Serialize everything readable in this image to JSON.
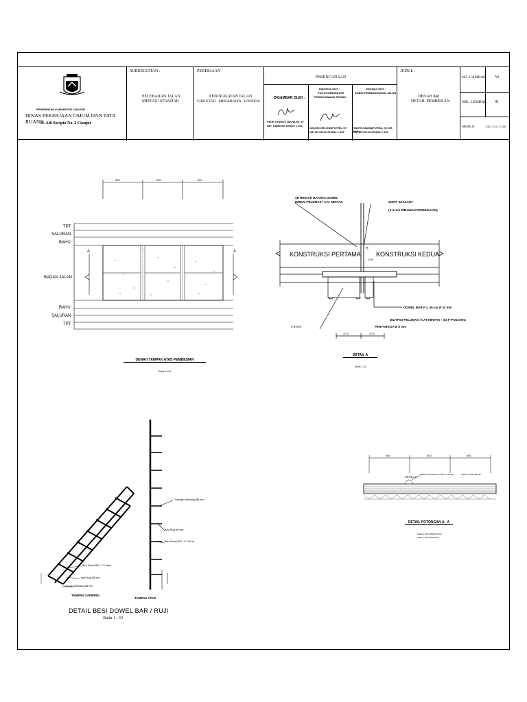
{
  "titleblock": {
    "agency_small": "PEMERINTAH KABUPATEN CIANJUR",
    "agency": "DINAS PEKERJAAN UMUM DAN TATA RUANG",
    "address": "Jl. Adi Sucipta No. 2 Cianjur",
    "subkegiatan_label": "SUBKEGIATAN :",
    "subkegiatan_value_1": "PELEBARAN JALAN",
    "subkegiatan_value_2": "MENUJU STANDAR",
    "pekerjaan_label": "PEKERJAAN :",
    "pekerjaan_value_1": "PENINGKATAN JALAN",
    "pekerjaan_value_2": "CIBEUTEH - MEKARJAYA - LONDOK",
    "perencanaan_label": "PERENCANAAN",
    "digambar_label": "DIGAMBAR OLEH :",
    "digambar_name": "FIKRI SYAMUTTAKHA RI, ST",
    "digambar_nip": "NIP. 19890000 199002 1 004",
    "diperiksa_label_1": "Diperiksa Oleh :",
    "diperiksa_label_2": "PJS KOORDINATOR",
    "diperiksa_label_3": "PERENCANAAN TEKNIK",
    "diperiksa_name": "AGUNG DELIYANPUTRA, ST",
    "diperiksa_nip": "NIP.19770212 200604 1 009",
    "disetujui_label_1": "Disetujui Oleh :",
    "disetujui_label_2": "KABID PEMBANGUNAN JALAN",
    "disetujui_name": "WAHYU ADISAPUTRA, ST, MT, M.Ps",
    "disetujui_nip": "NIP.19770212 200604 1 009",
    "judul_label": "JUDUL :",
    "judul_value_1": "DENAH dan",
    "judul_value_2": "DETAIL PEMBESIAN",
    "no_gambar_label": "NO. GAMBAR",
    "no_gambar_value": "50",
    "jml_lembar_label": "JML. LEMBAR",
    "jml_lembar_value": "41",
    "skala_label": "SKALA",
    "skala_value": "1:50, 1:10, 1:100"
  },
  "plan": {
    "dim_1": "500",
    "dim_2": "500",
    "dim_3": "500",
    "tpt_top": "TPT",
    "saluran_top": "SALURAN",
    "bahu_top": "BAHU",
    "badan_jalan": "BADAN JALAN",
    "bahu_bottom": "BAHU",
    "saluran_bottom": "SALURAN",
    "tpt_bottom": "TPT",
    "section_a_left": "A",
    "section_a_right": "A",
    "caption": "DENAH TAMPAK ATAS PEMBESIAN",
    "scale": "Skala 1:100"
  },
  "detail_a": {
    "note_dowel_1": "SETENGAH BATANG DOWEL",
    "note_dowel_2": "DIBERI PELUMAS / CAT MINYAK",
    "joint_1": "JOINT SEALANT",
    "joint_2": "(3-4 mm DIBAWAH PERMUKAAN)",
    "konstruksi_1": "KONSTRUKSI PERTAMA",
    "konstruksi_2": "KONSTRUKSI KEDUA",
    "h_label": "H",
    "h_half": "1/2H",
    "dowel_bar": "DOWEL BAR P.J. 45 cm Ø 32 mm",
    "dilapisi": "DILAPISI PELUMAS / CAT MINYAK - 3/4 P PANJANG",
    "penyangga": "PENYANGGA Ø 8 mm",
    "dim_4_8": "4-8 mm",
    "dim_225a": "22.5",
    "dim_225b": "22.5",
    "caption": "DETAIL A",
    "scale": "Skala 1:10"
  },
  "detail_dowel": {
    "besi_dowel": "Besi Dowel Ø32 - P.J.45cm",
    "besi_ring": "Besi Ring Ø8 mm",
    "tulangan": "Tulangan Melintang Ø8 mm",
    "tampak_samping": "TAMPAK SAMPING",
    "tampak_atas": "TAMPAK ATAS",
    "top_tulangan": "Tulangan Melintang Ø8 mm",
    "top_ring": "Besi Ring Ø8 mm",
    "top_dowel": "Besi Dowel Ø32 - P.J.45 cm",
    "title": "DETAIL BESI DOWEL BAR / RUJI",
    "scale": "Skala 1 : 50"
  },
  "potongan": {
    "dim_1": "500",
    "dim_2": "500",
    "dim_3": "500",
    "detail_tag": "DETAIL A",
    "note_1": "Beton Perkerasan K-350 Fc 30 Mpa",
    "note_2": "Lapis Pondasi Bawah",
    "caption": "DETAIL POTONGAN A - A",
    "scale_1": "Skala 1:100 HORIZONTAL",
    "scale_2": "Skala 1:100 VERTIKAL"
  }
}
